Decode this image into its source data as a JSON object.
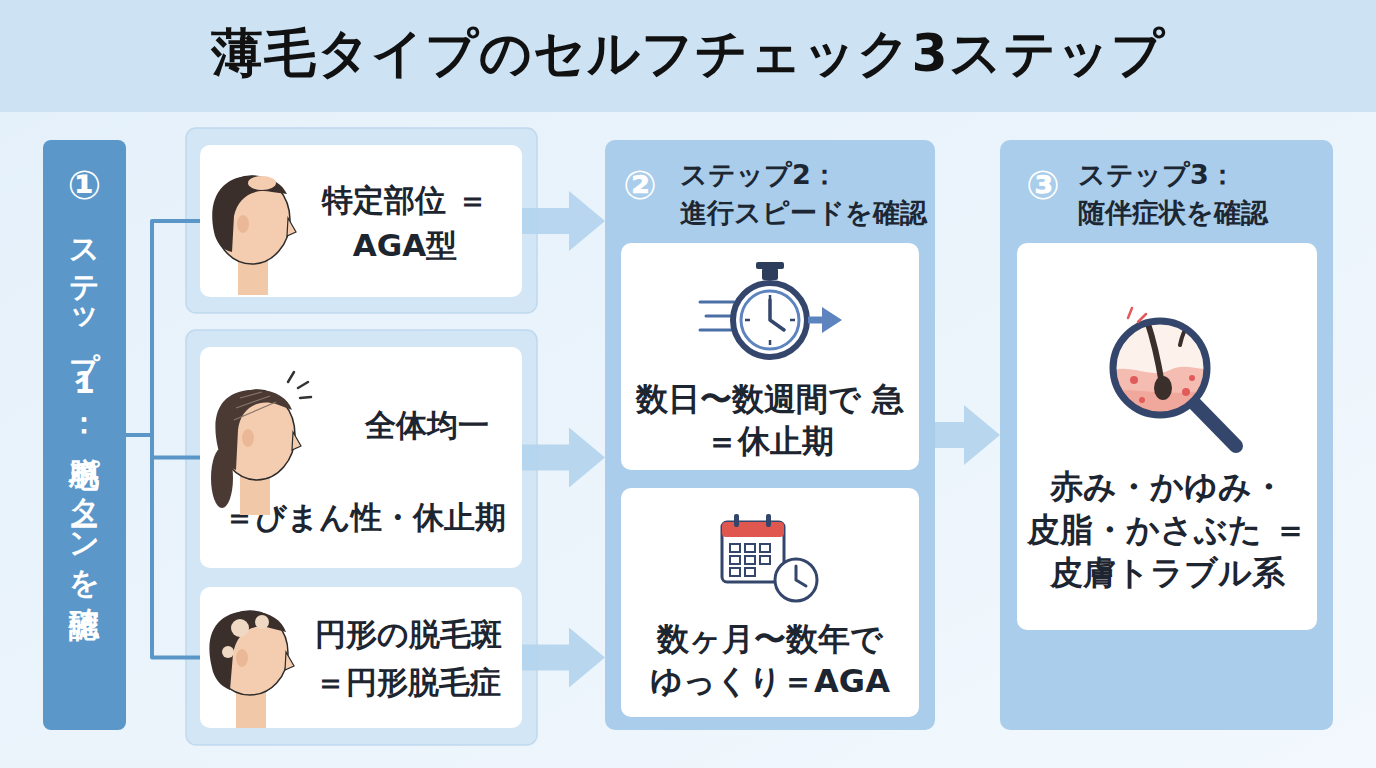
{
  "diagram": {
    "title": "薄毛タイプのセルフチェック3ステップ",
    "nodes": [
      {
        "text": [
          "①",
          "ステップ1：脱毛パターンを確認"
        ]
      },
      {
        "text": [
          "特定部位 ＝AGA型"
        ]
      },
      {
        "text": [
          "全体均一",
          "＝びまん性・休止期"
        ]
      },
      {
        "text": [
          "円形の脱毛斑 ＝円形脱毛症"
        ]
      },
      {
        "text": [
          "②",
          "ステップ2： 進行スピードを確認"
        ]
      },
      {
        "text": [
          "数日〜数週間で 急＝休止期"
        ],
        "in": 4
      },
      {
        "text": [
          "数ヶ月〜数年で ゆっくり＝AGA"
        ],
        "in": 4
      },
      {
        "text": [
          "③",
          "ステップ3： 随伴症状を確認"
        ]
      },
      {
        "text": [
          "赤み・かゆみ・ 皮脂・かさぶた ＝皮膚トラブル系"
        ],
        "in": 7
      }
    ],
    "edges": [
      {
        "from": 0,
        "to": 1,
        "arrow": "none"
      },
      {
        "from": 0,
        "to": 2,
        "arrow": "none"
      },
      {
        "from": 0,
        "to": 3,
        "arrow": "none"
      },
      {
        "from": 1,
        "to": 4,
        "arrow": "to"
      },
      {
        "from": 2,
        "to": 4,
        "arrow": "to"
      },
      {
        "from": 3,
        "to": 4,
        "arrow": "to"
      },
      {
        "from": 4,
        "to": 7,
        "arrow": "to"
      }
    ]
  }
}
